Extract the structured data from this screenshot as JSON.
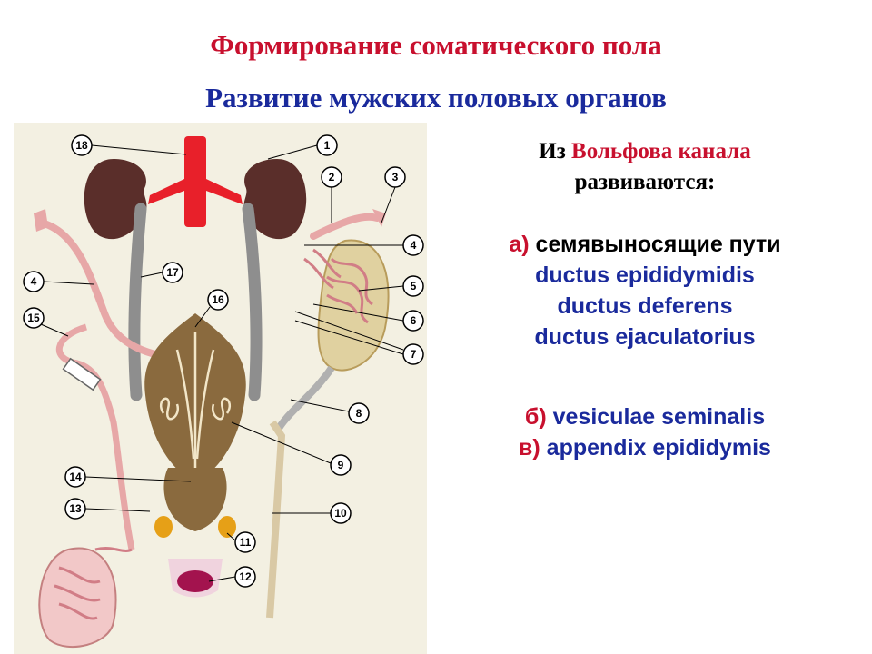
{
  "titles": {
    "main": "Формирование соматического пола",
    "sub": "Развитие мужских половых органов"
  },
  "text": {
    "intro_prefix": "Из ",
    "intro_highlight": "Вольфова канала",
    "intro_suffix": "развиваются:",
    "item_a_marker": "а)",
    "item_a_label": " семявыносящие пути",
    "item_a_list": [
      "ductus epididymidis",
      "ductus deferens",
      "ductus ejaculatorius"
    ],
    "item_b_marker": "б)",
    "item_b_label": " vesiculae seminalis",
    "item_c_marker": "в)",
    "item_c_label": " appendix epididymis"
  },
  "diagram": {
    "labels": [
      "1",
      "2",
      "3",
      "4",
      "4",
      "5",
      "6",
      "7",
      "8",
      "9",
      "10",
      "11",
      "12",
      "13",
      "14",
      "15",
      "16",
      "17",
      "18"
    ]
  },
  "colors": {
    "title_red": "#c8102e",
    "title_blue": "#1a2a9c",
    "diagram_bg": "#f3f0e2",
    "kidney": "#5a2e2a",
    "aorta": "#e8202a",
    "ureter": "#8e8e8e",
    "duct": "#e7a7a7",
    "bladder": "#8a6a3e",
    "gland_yellow": "#e6a017",
    "bulb": "#a3134e"
  }
}
